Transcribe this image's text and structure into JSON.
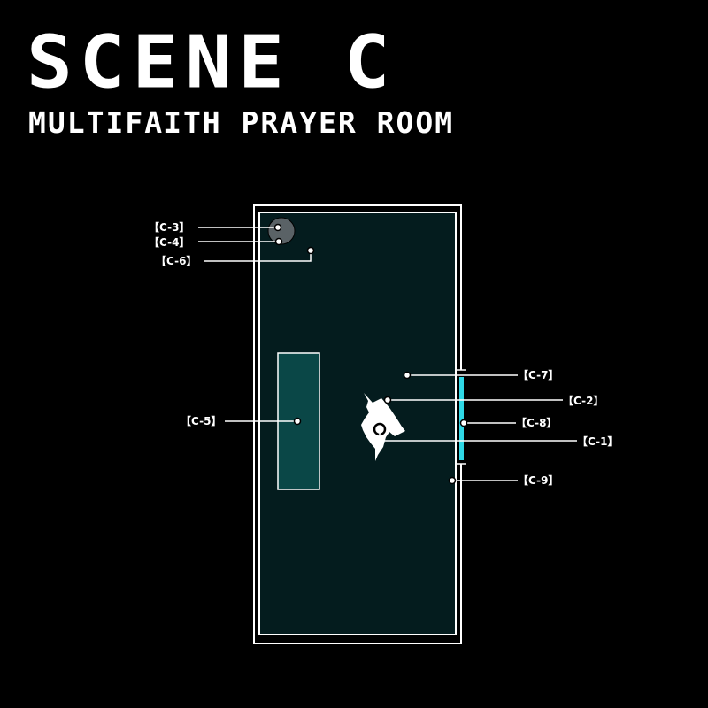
{
  "header": {
    "title": "SCENE C",
    "subtitle": "MULTIFAITH PRAYER ROOM"
  },
  "colors": {
    "background": "#000000",
    "room_fill": "#041c1e",
    "panel_fill": "#0a4747",
    "strip": "#2fd8e6",
    "outline": "#ffffff",
    "knob": "#5a6266"
  },
  "callouts": {
    "c1": "【C-1】",
    "c2": "【C-2】",
    "c3": "【C-3】",
    "c4": "【C-4】",
    "c5": "【C-5】",
    "c6": "【C-6】",
    "c7": "【C-7】",
    "c8": "【C-8】",
    "c9": "【C-9】"
  }
}
